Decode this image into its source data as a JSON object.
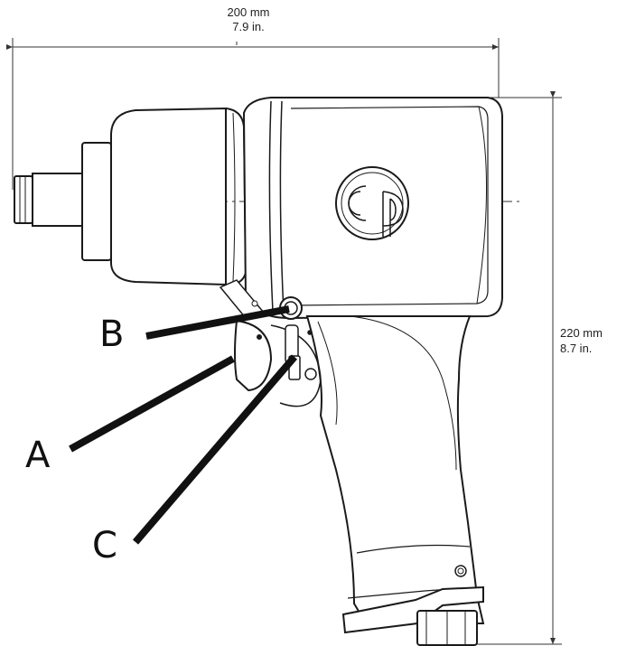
{
  "dimensions": {
    "width": {
      "metric": "200 mm",
      "imperial": "7.9 in."
    },
    "height": {
      "metric": "220 mm",
      "imperial": "8.7 in."
    }
  },
  "callouts": {
    "a": "A",
    "b": "B",
    "c": "C"
  },
  "colors": {
    "line": "#1a1a1a",
    "leader": "#111111",
    "dim_line": "#333333"
  }
}
